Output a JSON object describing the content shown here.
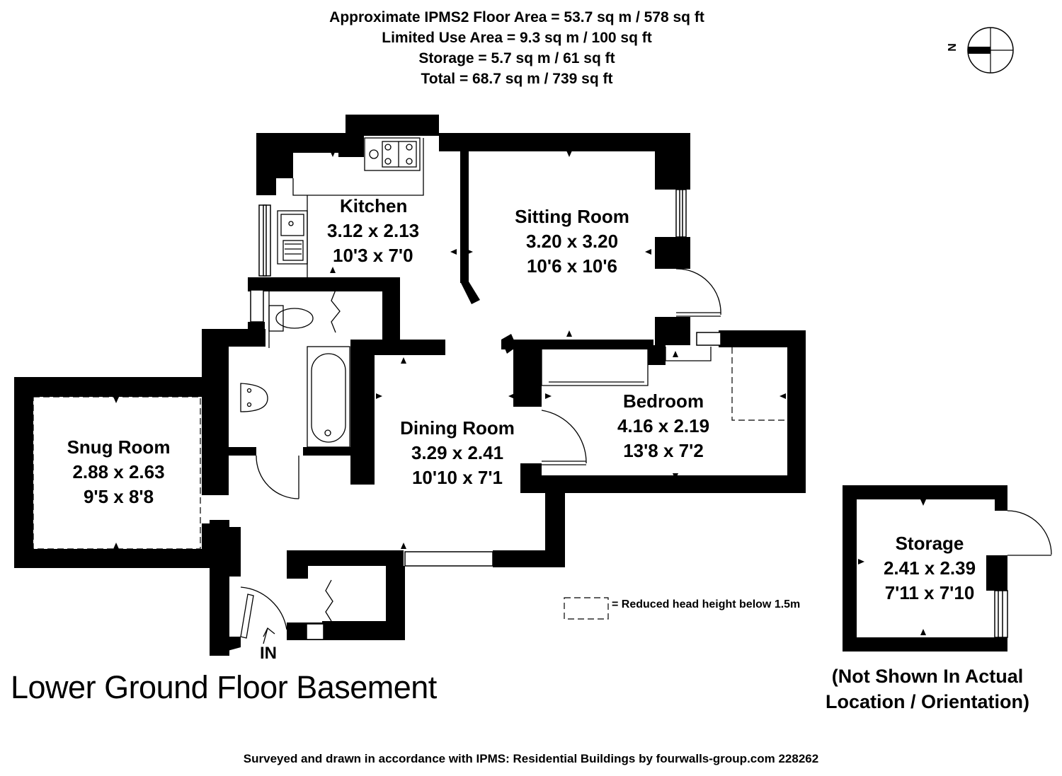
{
  "areas": {
    "line1": "Approximate IPMS2 Floor Area = 53.7 sq m / 578 sq ft",
    "line2": "Limited Use Area = 9.3 sq m / 100 sq ft",
    "line3": "Storage = 5.7 sq m / 61 sq ft",
    "line4": "Total = 68.7 sq m / 739 sq ft"
  },
  "compass": {
    "letter": "N",
    "icon": "compass-icon"
  },
  "rooms": {
    "kitchen": {
      "name": "Kitchen",
      "metric": "3.12 x 2.13",
      "imperial": "10'3 x 7'0"
    },
    "sitting": {
      "name": "Sitting Room",
      "metric": "3.20 x 3.20",
      "imperial": "10'6 x 10'6"
    },
    "snug": {
      "name": "Snug Room",
      "metric": "2.88 x 2.63",
      "imperial": "9'5 x 8'8"
    },
    "dining": {
      "name": "Dining Room",
      "metric": "3.29 x 2.41",
      "imperial": "10'10 x 7'1"
    },
    "bedroom": {
      "name": "Bedroom",
      "metric": "4.16 x 2.19",
      "imperial": "13'8 x 7'2"
    },
    "storage": {
      "name": "Storage",
      "metric": "2.41 x 2.39",
      "imperial": "7'11 x 7'10"
    }
  },
  "entrance_label": "IN",
  "floor_title": "Lower Ground Floor Basement",
  "storage_note": {
    "line1": "(Not Shown In Actual",
    "line2": "Location / Orientation)"
  },
  "legend": {
    "text": "= Reduced head height below 1.5m"
  },
  "footer": "Surveyed and drawn in accordance with IPMS: Residential Buildings by fourwalls-group.com 228262",
  "colors": {
    "wall": "#000000",
    "background": "#ffffff"
  }
}
